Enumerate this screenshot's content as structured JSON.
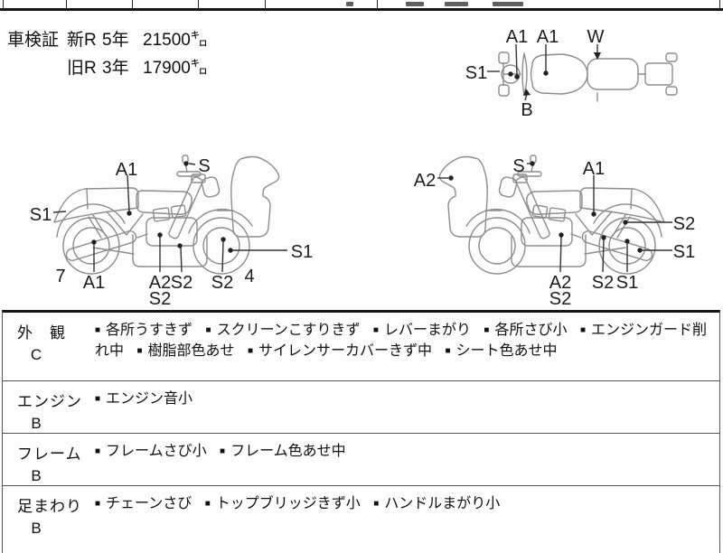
{
  "inspection": {
    "label": "車検証",
    "rows": [
      {
        "era": "新R",
        "years": "5年",
        "mileage": "21500㌔"
      },
      {
        "era": "旧R",
        "years": "3年",
        "mileage": "17900㌔"
      }
    ]
  },
  "diagram_top": {
    "labels": {
      "a1_front": "A1",
      "a1_tank": "A1",
      "w_seat": "W",
      "s1_wheel": "S1",
      "b_screen": "B"
    }
  },
  "diagram_left": {
    "labels": {
      "s1_rear": "S1",
      "a1_top": "A1",
      "s_mirror": "S",
      "num_rear": "7",
      "a1_exhaust": "A1",
      "a2_engine": "A2",
      "s2_engine": "S2",
      "s2_frame": "S2",
      "s2_fork": "S2",
      "num_front": "4",
      "s1_front": "S1"
    }
  },
  "diagram_right": {
    "labels": {
      "a2_screen": "A2",
      "s_mirror": "S",
      "a1_top": "A1",
      "s2_shock": "S2",
      "s1_rear": "S1",
      "a2_engine": "A2",
      "s2_engine": "S2",
      "s2_frame": "S2",
      "s1_muffler": "S1"
    }
  },
  "condition": {
    "bullet": "■",
    "rows": [
      {
        "category": "外　観",
        "grade": "C",
        "items": [
          "各所うすきず",
          "スクリーンこすりきず",
          "レバーまがり",
          "各所さび小",
          "エンジンガード削れ中",
          "樹脂部色あせ",
          "サイレンサーカバーきず中",
          "シート色あせ中"
        ]
      },
      {
        "category": "エンジン",
        "grade": "B",
        "items": [
          "エンジン音小"
        ]
      },
      {
        "category": "フレーム",
        "grade": "B",
        "items": [
          "フレームさび小",
          "フレーム色あせ中"
        ]
      },
      {
        "category": "足まわり",
        "grade": "B",
        "items": [
          "チェーンさび",
          "トップブリッジきず小",
          "ハンドルまがり小"
        ]
      }
    ]
  }
}
